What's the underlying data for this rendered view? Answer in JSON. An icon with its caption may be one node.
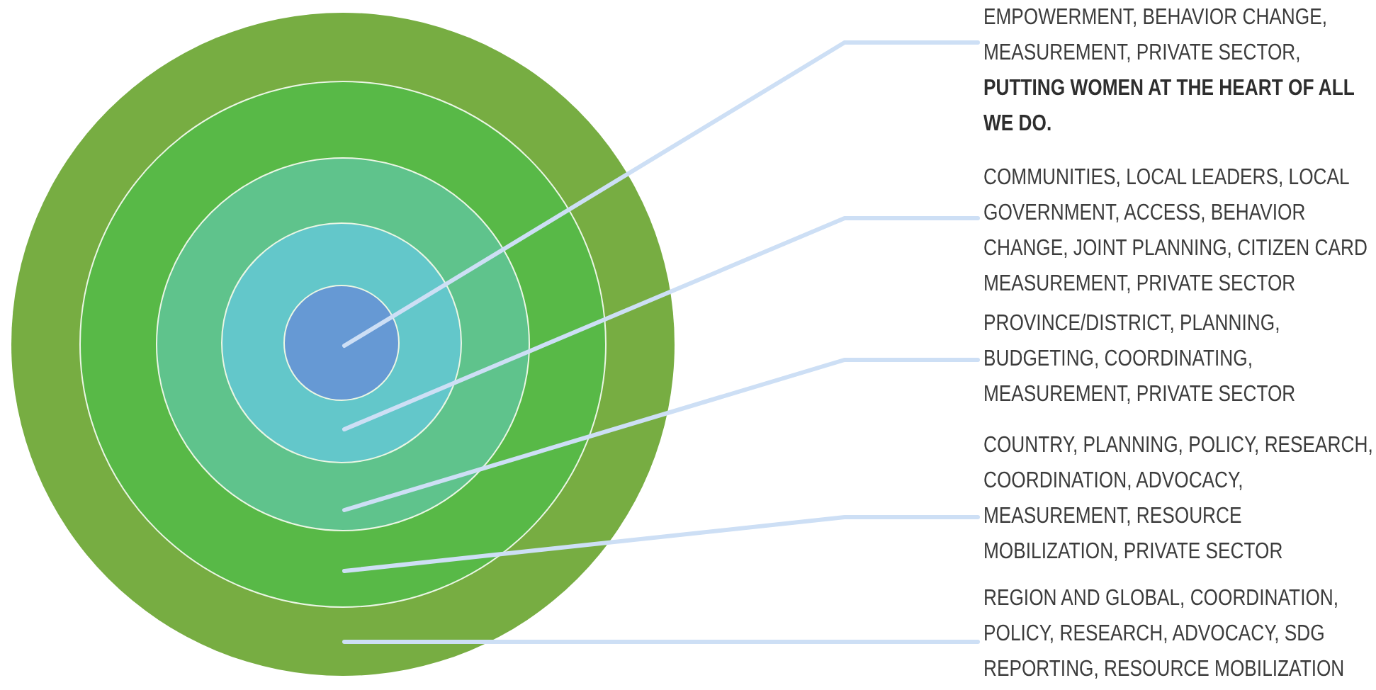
{
  "diagram": {
    "nodes": [
      {
        "text": [],
        "shape": "circle"
      },
      {
        "text": [],
        "shape": "circle",
        "in": 0
      },
      {
        "text": [],
        "shape": "circle",
        "in": 1
      },
      {
        "text": [],
        "shape": "circle",
        "in": 2
      },
      {
        "text": [],
        "shape": "circle",
        "in": 3
      },
      {
        "text": [
          "EMPOWERMENT, BEHAVIOR CHANGE, MEASUREMENT, PRIVATE SECTOR, **PUTTING WOMEN AT THE HEART OF ALL WE DO.**"
        ]
      },
      {
        "text": [
          "COMMUNITIES, LOCAL LEADERS, LOCAL GOVERNMENT, ACCESS, BEHAVIOR CHANGE, JOINT PLANNING, CITIZEN CARD MEASUREMENT, PRIVATE SECTOR"
        ]
      },
      {
        "text": [
          "PROVINCE/DISTRICT, PLANNING, BUDGETING, COORDINATING, MEASUREMENT, PRIVATE SECTOR"
        ]
      },
      {
        "text": [
          "COUNTRY, PLANNING, POLICY, RESEARCH, COORDINATION, ADVOCACY, MEASUREMENT, RESOURCE MOBILIZATION, PRIVATE SECTOR"
        ]
      },
      {
        "text": [
          "REGION AND GLOBAL, COORDINATION, POLICY, RESEARCH, ADVOCACY, SDG REPORTING, RESOURCE MOBILIZATION"
        ]
      }
    ],
    "edges": [
      {
        "from": 5,
        "to": 4,
        "arrow": "none"
      },
      {
        "from": 6,
        "to": 3,
        "arrow": "none"
      },
      {
        "from": 7,
        "to": 2,
        "arrow": "none"
      },
      {
        "from": 8,
        "to": 1,
        "arrow": "none"
      },
      {
        "from": 9,
        "to": 0,
        "arrow": "none"
      }
    ]
  }
}
